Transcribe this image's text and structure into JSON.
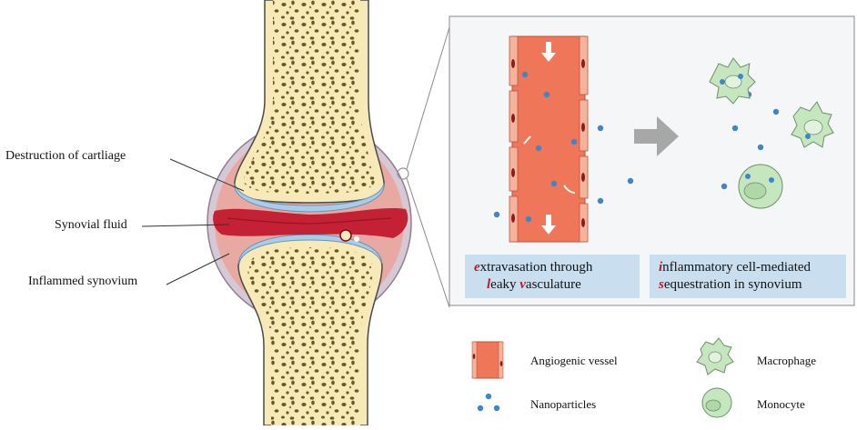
{
  "labels": {
    "cartilage": "Destruction of cartliage",
    "fluid": "Synovial fluid",
    "synovium": "Inflammed synovium"
  },
  "captions": {
    "left": {
      "line1_hl": "e",
      "line1_rest": "xtravasation through",
      "line2_hl1": "l",
      "line2_mid": "eaky ",
      "line2_hl2": "v",
      "line2_rest": "asculature"
    },
    "right": {
      "line1_hl": "i",
      "line1_rest": "nflammatory cell-mediated",
      "line2_hl": "s",
      "line2_rest": "equestration in synovium"
    }
  },
  "legend": {
    "vessel": "Angiogenic vessel",
    "nanoparticles": "Nanoparticles",
    "macrophage": "Macrophage",
    "monocyte": "Monocyte"
  },
  "colors": {
    "bone": "#f7e9b8",
    "vessel": "#f0765a",
    "nanoparticle": "#3d87c9",
    "cell": "#c6e6c0",
    "inflamed": "#c0162b",
    "caption_bg": "#c9dff0"
  }
}
